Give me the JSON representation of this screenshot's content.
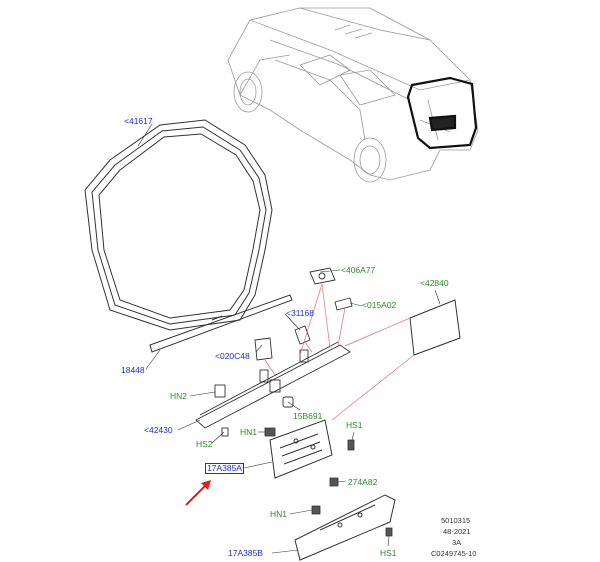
{
  "labels": {
    "l41617": "<41617",
    "l406A77": "<406A77",
    "l42840": "<42840",
    "l015A02": "<015A02",
    "l31168": "<31168",
    "l020C48": "<020C48",
    "l18448": "18448",
    "lHN2": "HN2",
    "l15B691": "15B691",
    "l42430": "<42430",
    "lHN1a": "HN1",
    "lHS1a": "HS1",
    "lHS2": "HS2",
    "l17A385A": "17A385A",
    "l274A82": "274A82",
    "lHN1b": "HN1",
    "l17A385B": "17A385B",
    "lHS1b": "HS1"
  },
  "reference": {
    "line1": "5010315",
    "line2": "48-2021",
    "line3": "3A",
    "line4": "C0249745-10"
  },
  "colors": {
    "part_label": "#1a2fd6",
    "fastener_label": "#2a8a2a",
    "arrow": "#e02020",
    "leader_red": "#e07070"
  }
}
